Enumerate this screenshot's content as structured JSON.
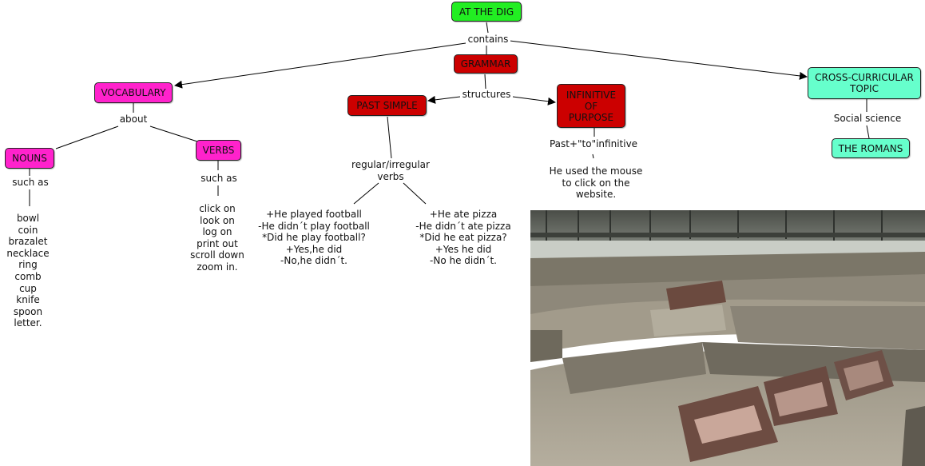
{
  "colors": {
    "root": "#22ee22",
    "magenta": "#ff22cc",
    "red": "#cc0000",
    "teal": "#66ffcc",
    "line": "#000000"
  },
  "map": {
    "root": "AT THE DIG",
    "link_contains": "contains",
    "grammar": "GRAMMAR",
    "link_structures": "structures",
    "past_simple": "PAST SIMPLE",
    "infinitive": "INFINITIVE\nOF\nPURPOSE",
    "vocabulary": "VOCABULARY",
    "link_about": "about",
    "nouns": "NOUNS",
    "verbs": "VERBS",
    "link_such_as_nouns": "such as",
    "link_such_as_verbs": "such as",
    "cross_curricular": "CROSS-CURRICULAR\nTOPIC",
    "link_social_science": "Social science",
    "romans": "THE ROMANS",
    "link_regular_irregular": "regular/irregular\nverbs",
    "link_infinitive_rule": "Past+\"to\"infinitive",
    "nouns_list": "bowl\ncoin\nbrazalet\nnecklace\nring\ncomb\ncup\nknife\nspoon\nletter.",
    "verbs_list": "click on\nlook on\nlog on\nprint out\nscroll down\nzoom in.",
    "regular_examples": "+He played football\n-He didn´t play football\n*Did he play football?\n+Yes,he did\n-No,he didn´t.",
    "irregular_examples": "+He ate pizza\n-He didn´t ate pizza\n*Did he eat pizza?\n+Yes he did\n-No he didn´t.",
    "infinitive_example": "He used the mouse\nto click on the\nwebsite."
  }
}
